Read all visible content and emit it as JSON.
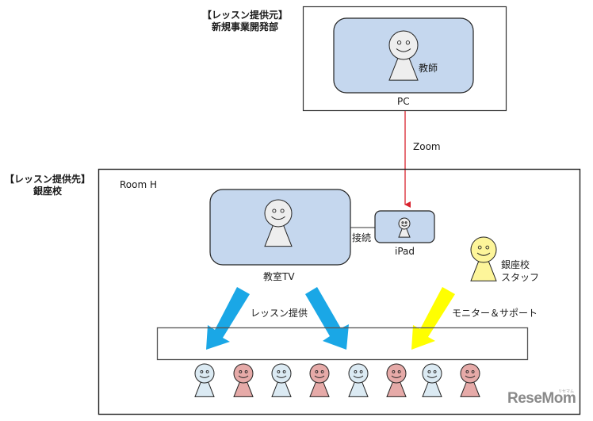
{
  "provider": {
    "label_line1": "【レッスン提供元】",
    "label_line2": "新規事業開発部",
    "device": "PC",
    "person": "教師"
  },
  "connection": {
    "label": "Zoom",
    "color": "#d9232e"
  },
  "recipient": {
    "label_line1": "【レッスン提供先】",
    "label_line2": "銀座校",
    "room": "Room H",
    "tv_label": "教室TV",
    "link_label": "接続",
    "ipad_label": "iPad",
    "staff_line1": "銀座校",
    "staff_line2": "スタッフ",
    "lesson_label": "レッスン提供",
    "support_label": "モニター＆サポート"
  },
  "students": [
    "blue",
    "pink",
    "blue",
    "pink",
    "blue",
    "pink",
    "blue",
    "pink"
  ],
  "colors": {
    "screen_fill": "#c5d7ee",
    "person_fill": "#eeeeee",
    "staff_fill": "#fdf59a",
    "student_blue": "#dbeaf3",
    "student_pink": "#e6aaa8",
    "lesson_arrow": "#1aa7e6",
    "support_arrow": "#ffff00"
  },
  "watermark": {
    "brand": "ReseMom",
    "sub": "リセマム"
  }
}
